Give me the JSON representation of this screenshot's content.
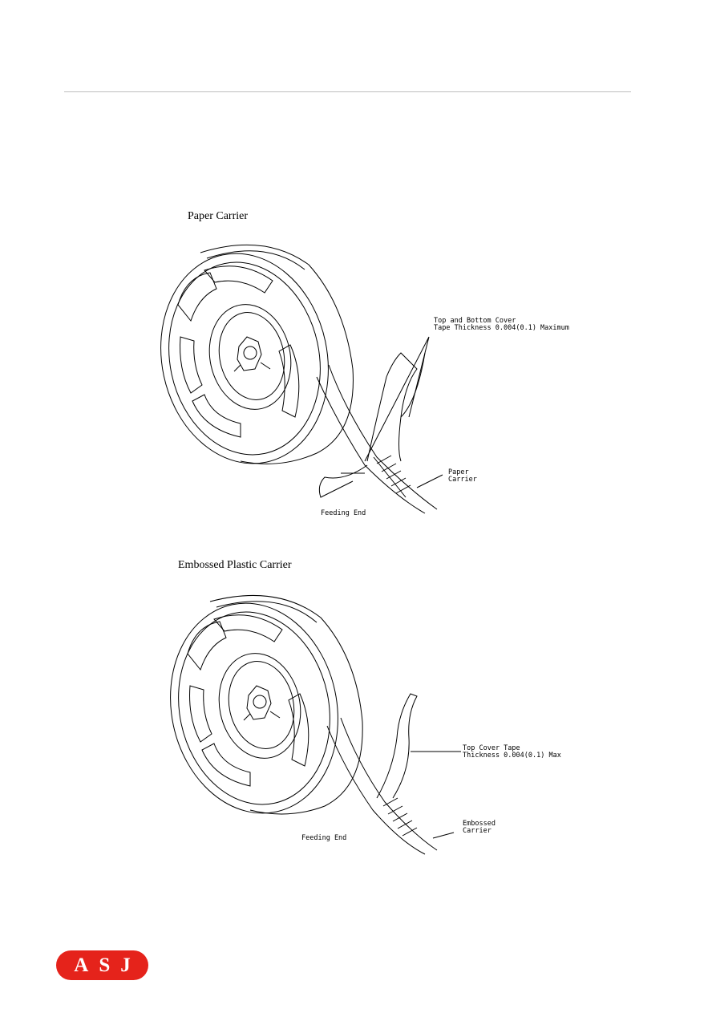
{
  "figure1": {
    "title": "Paper Carrier",
    "cover_label_line1": "Top and Bottom Cover",
    "cover_label_line2": "Tape Thickness 0.004(0.1) Maximum",
    "carrier_label_line1": "Paper",
    "carrier_label_line2": "Carrier",
    "feeding_end": "Feeding End"
  },
  "figure2": {
    "title": "Embossed Plastic Carrier",
    "cover_label_line1": "Top Cover Tape",
    "cover_label_line2": "Thickness 0.004(0.1) Max",
    "carrier_label_line1": "Embossed",
    "carrier_label_line2": "Carrier",
    "feeding_end": "Feeding End"
  },
  "logo": {
    "text": "ASJ",
    "color": "#e5231b"
  },
  "colors": {
    "rule": "#bdbdbd",
    "ink": "#000000"
  }
}
